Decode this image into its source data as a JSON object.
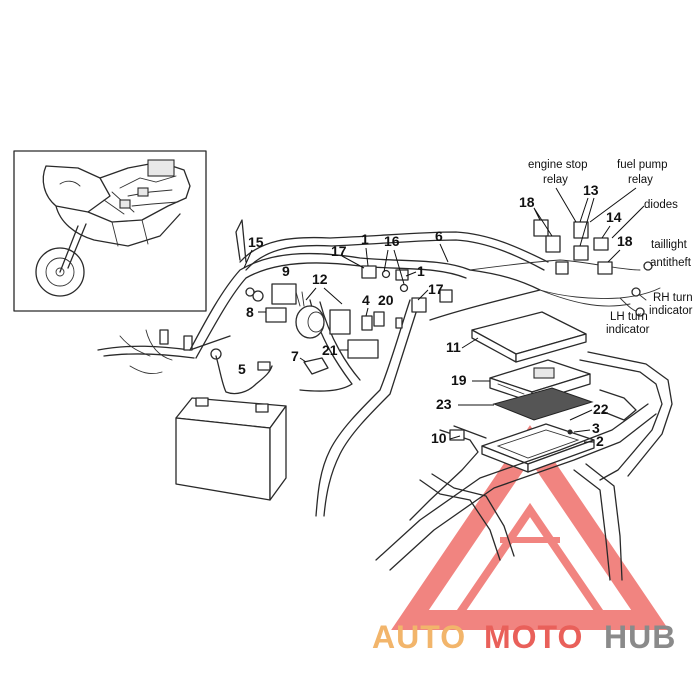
{
  "callouts": {
    "n1a": "1",
    "n1b": "1",
    "n2": "2",
    "n3": "3",
    "n4": "4",
    "n5": "5",
    "n6": "6",
    "n7": "7",
    "n8": "8",
    "n9": "9",
    "n10": "10",
    "n11": "11",
    "n12": "12",
    "n13": "13",
    "n14": "14",
    "n15": "15",
    "n16": "16",
    "n17a": "17",
    "n17b": "17",
    "n18a": "18",
    "n18b": "18",
    "n19": "19",
    "n20": "20",
    "n21": "21",
    "n22": "22",
    "n23": "23"
  },
  "labels": {
    "engine_stop_1": "engine stop",
    "engine_stop_2": "relay",
    "fuel_pump_1": "fuel pump",
    "fuel_pump_2": "relay",
    "diodes": "diodes",
    "taillight": "taillight",
    "antitheft": "antitheft",
    "rh_turn_1": "RH turn",
    "rh_turn_2": "indicator",
    "lh_turn_1": "LH turn",
    "lh_turn_2": "indicator"
  },
  "watermark": {
    "part1": "AUTO",
    "part2": "MOTO",
    "part3": "HUB",
    "colors": {
      "auto": "#f2b56b",
      "moto": "#e9605a",
      "hub": "#8a8a8a",
      "triangle": "#ef6f6a"
    }
  }
}
